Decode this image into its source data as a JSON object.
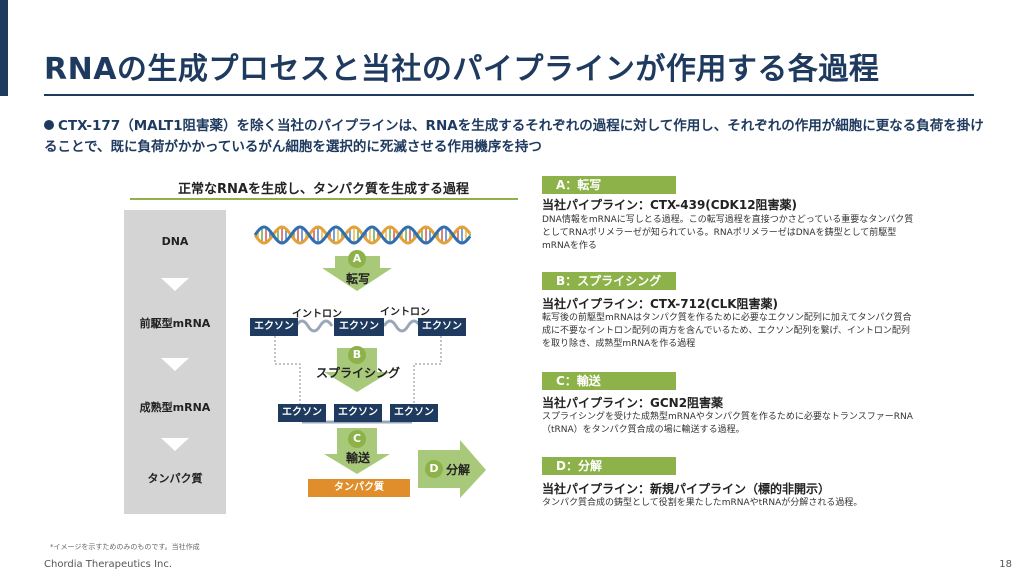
{
  "title": "RNAの生成プロセスと当社のパイプラインが作用する各過程",
  "bullet": "CTX-177（MALT1阻害薬）を除く当社のパイプラインは、RNAを生成するそれぞれの過程に対して作用し、それぞれの作用が細胞に更なる負荷を掛けることで、既に負荷がかかっているがん細胞を選択的に死滅させる作用機序を持つ",
  "diagram": {
    "title": "正常なRNAを生成し、タンパク質を生成する過程",
    "stages": [
      "DNA",
      "前駆型mRNA",
      "成熟型mRNA",
      "タンパク質"
    ],
    "intron": "イントロン",
    "exon": "エクソン",
    "protein": "タンパク質",
    "steps": [
      {
        "letter": "A",
        "label": "転写"
      },
      {
        "letter": "B",
        "label": "スプライシング"
      },
      {
        "letter": "C",
        "label": "輸送"
      },
      {
        "letter": "D",
        "label": "分解"
      }
    ]
  },
  "processes": [
    {
      "heading": "A：転写",
      "pipeline": "当社パイプライン：CTX-439(CDK12阻害薬)",
      "desc": "DNA情報をmRNAに写しとる過程。この転写過程を直接つかさどっている重要なタンパク質としてRNAポリメラーゼが知られている。RNAポリメラーゼはDNAを鋳型として前駆型mRNAを作る"
    },
    {
      "heading": "B：スプライシング",
      "pipeline": "当社パイプライン：CTX-712(CLK阻害薬)",
      "desc": "転写後の前駆型mRNAはタンパク質を作るために必要なエクソン配列に加えてタンパク質合成に不要なイントロン配列の両方を含んでいるため、エクソン配列を繋げ、イントロン配列を取り除き、成熟型mRNAを作る過程"
    },
    {
      "heading": "C：輸送",
      "pipeline": "当社パイプライン：GCN2阻害薬",
      "desc": "スプライシングを受けた成熟型mRNAやタンパク質を作るために必要なトランスファーRNA（tRNA）をタンパク質合成の場に輸送する過程。"
    },
    {
      "heading": "D：分解",
      "pipeline": "当社パイプライン：新規パイプライン（標的非開示）",
      "desc": "タンパク質合成の鋳型として役割を果たしたmRNAやtRNAが分解される過程。"
    }
  ],
  "footnote": "*イメージを示すためのみのものです。当社作成",
  "footer": {
    "company": "Chordia Therapeutics Inc.",
    "page": "18"
  },
  "colors": {
    "navy": "#1f3a5f",
    "green": "#8db24a",
    "orange": "#e08e2b",
    "gray": "#d4d4d4"
  }
}
